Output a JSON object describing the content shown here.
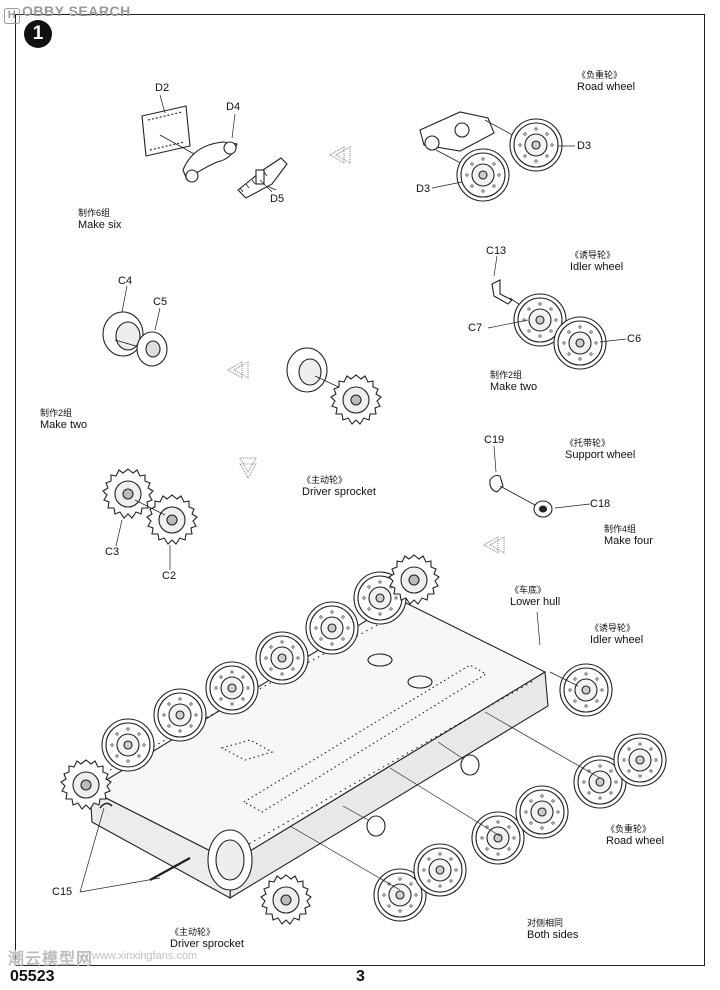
{
  "watermark": {
    "logo": "H",
    "text": "OBBY SEARCH"
  },
  "step_number": "1",
  "subassemblies": {
    "road_wheel_arm": {
      "parts": [
        "D2",
        "D4",
        "D5"
      ],
      "qty_cn": "制作6组",
      "qty_en": "Make six"
    },
    "road_wheel": {
      "name_cn": "《负重轮》",
      "name_en": "Road wheel",
      "parts": [
        "D3",
        "D3"
      ]
    },
    "idler_wheel": {
      "name_cn": "《诱导轮》",
      "name_en": "Idler wheel",
      "parts": [
        "C13",
        "C7",
        "C6"
      ],
      "qty_cn": "制作2组",
      "qty_en": "Make two"
    },
    "driver_hub": {
      "parts": [
        "C4",
        "C5"
      ],
      "qty_cn": "制作2组",
      "qty_en": "Make two"
    },
    "driver_sprocket": {
      "name_cn": "《主动轮》",
      "name_en": "Driver sprocket",
      "parts": [
        "C3",
        "C2"
      ]
    },
    "support_wheel": {
      "name_cn": "《托带轮》",
      "name_en": "Support wheel",
      "parts": [
        "C19",
        "C18"
      ],
      "qty_cn": "制作4组",
      "qty_en": "Make four"
    }
  },
  "hull_assembly": {
    "lower_hull_cn": "《车底》",
    "lower_hull_en": "Lower hull",
    "idler_cn": "《诱导轮》",
    "idler_en": "Idler wheel",
    "road_wheel_cn": "《负重轮》",
    "road_wheel_en": "Road wheel",
    "both_sides_cn": "对侧相同",
    "both_sides_en": "Both sides",
    "sprocket_cn": "《主动轮》",
    "sprocket_en": "Driver sprocket",
    "pin_part": "C15"
  },
  "footer": {
    "watermark_cn": "潮云模型网",
    "watermark_url": "www.xinxingfans.com",
    "product_code": "05523",
    "page_number": "3"
  }
}
